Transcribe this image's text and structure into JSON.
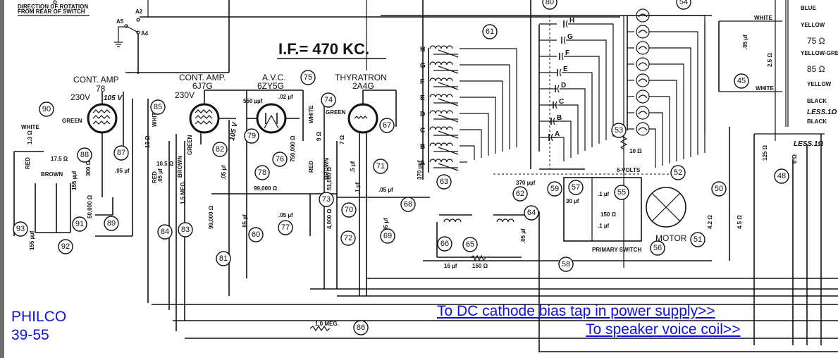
{
  "schematic": {
    "title_labels": {
      "if_frequency": "I.F.= 470 KC.",
      "rotation_note_line1": "DIRECTION OF ROTATION",
      "rotation_note_line2": "FROM REAR OF SWITCH"
    },
    "switch_contacts": [
      "A2",
      "A5",
      "A4"
    ],
    "tubes": [
      {
        "function": "CONT. AMP",
        "type": "78",
        "plate_voltage": "230V",
        "screen_voltage": "105 V"
      },
      {
        "function": "CONT. AMP.",
        "type": "6J7G",
        "plate_voltage": "230V",
        "screen_voltage": "105 V"
      },
      {
        "function": "A.V.C.",
        "type": "6ZY5G"
      },
      {
        "function": "THYRATRON",
        "type": "2A4G"
      }
    ],
    "component_values": [
      "550 µµf",
      ".02 µf",
      "9 Ω",
      "7 Ω",
      ".5 µf",
      ".1 µf",
      ".05 µf",
      "51,000 Ω",
      "4,000 Ω",
      "750,000 Ω",
      "99,000 Ω",
      "99,000 Ω",
      ".05 µf",
      ".05 µf",
      ".05 µf",
      "1.5 MEG.",
      ".05 µf",
      "10.5 Ω",
      "13 Ω",
      "300 Ω",
      "50,000 Ω",
      ".05 µf",
      "1.3 Ω",
      "17.5 Ω",
      "155 µµf",
      "370 µµf",
      "370 µµf",
      "16 µf",
      "150 Ω",
      ".05 µf",
      "30 µf",
      ".1 µf",
      ".1 µf",
      "150 Ω",
      "10 Ω",
      ".05 µf",
      "2.5 Ω",
      "75 Ω",
      "85 Ω",
      "125 Ω",
      "6 Ω",
      "4.2 Ω",
      "4.5 Ω",
      "1.0 MEG."
    ],
    "wire_colors": [
      "WHITE",
      "GREEN",
      "RED",
      "BROWN",
      "BLUE",
      "YELLOW",
      "YELLOW-GREEN",
      "BLACK"
    ],
    "text_labels": {
      "six_volts": "6-VOLTS",
      "motor": "MOTOR",
      "primary_switch": "PRIMARY SWITCH",
      "less_1": "LESS.1Ω",
      "less_1b": "LESS.1Ω"
    },
    "band_letters": [
      "H",
      "G",
      "F",
      "E",
      "D",
      "C",
      "B",
      "A"
    ],
    "reference_numbers": [
      "45",
      "48",
      "50",
      "51",
      "52",
      "53",
      "54",
      "55",
      "56",
      "57",
      "58",
      "59",
      "60",
      "61",
      "62",
      "63",
      "64",
      "65",
      "66",
      "67",
      "68",
      "69",
      "70",
      "71",
      "72",
      "73",
      "74",
      "75",
      "76",
      "77",
      "78",
      "79",
      "80",
      "81",
      "82",
      "83",
      "84",
      "85",
      "86",
      "87",
      "88",
      "89",
      "90",
      "91",
      "92",
      "93"
    ]
  },
  "annotations": {
    "model_brand": "PHILCO",
    "model_number": "39-55",
    "link_dc_bias": "To DC cathode bias tap in power supply>>",
    "link_voice_coil": "To speaker voice coil>>"
  },
  "colors": {
    "annotation_blue": "#1010e0",
    "line": "#111111"
  }
}
